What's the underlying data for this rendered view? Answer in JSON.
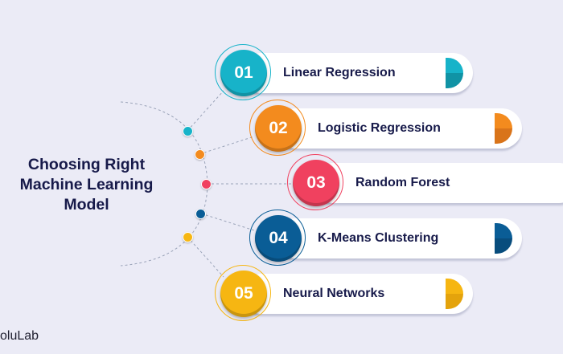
{
  "title": "Choosing Right Machine Learning Model",
  "title_lines": [
    "Choosing Right",
    "Machine Learning",
    "Model"
  ],
  "logo_text": "oluLab",
  "items": [
    {
      "number": "01",
      "label": "Linear Regression",
      "color": "#17b3c9",
      "dark": "#1093a5"
    },
    {
      "number": "02",
      "label": "Logistic Regression",
      "color": "#f38b1e",
      "dark": "#d9741a"
    },
    {
      "number": "03",
      "label": "Random Forest",
      "color": "#f0415f",
      "dark": "#c73350"
    },
    {
      "number": "04",
      "label": "K-Means Clustering",
      "color": "#0a5d96",
      "dark": "#084d7d"
    },
    {
      "number": "05",
      "label": "Neural Networks",
      "color": "#f6b612",
      "dark": "#e4a30c"
    }
  ]
}
